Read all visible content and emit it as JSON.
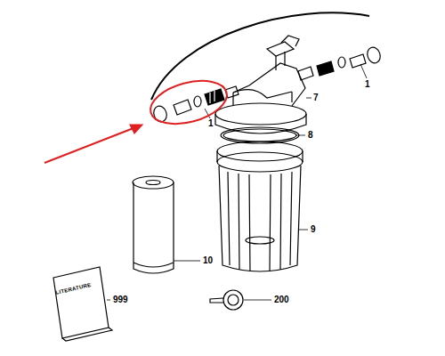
{
  "diagram": {
    "labels": [
      "1",
      "7",
      "1",
      "8",
      "9",
      "10",
      "LITERATURE",
      "999",
      "200"
    ]
  }
}
